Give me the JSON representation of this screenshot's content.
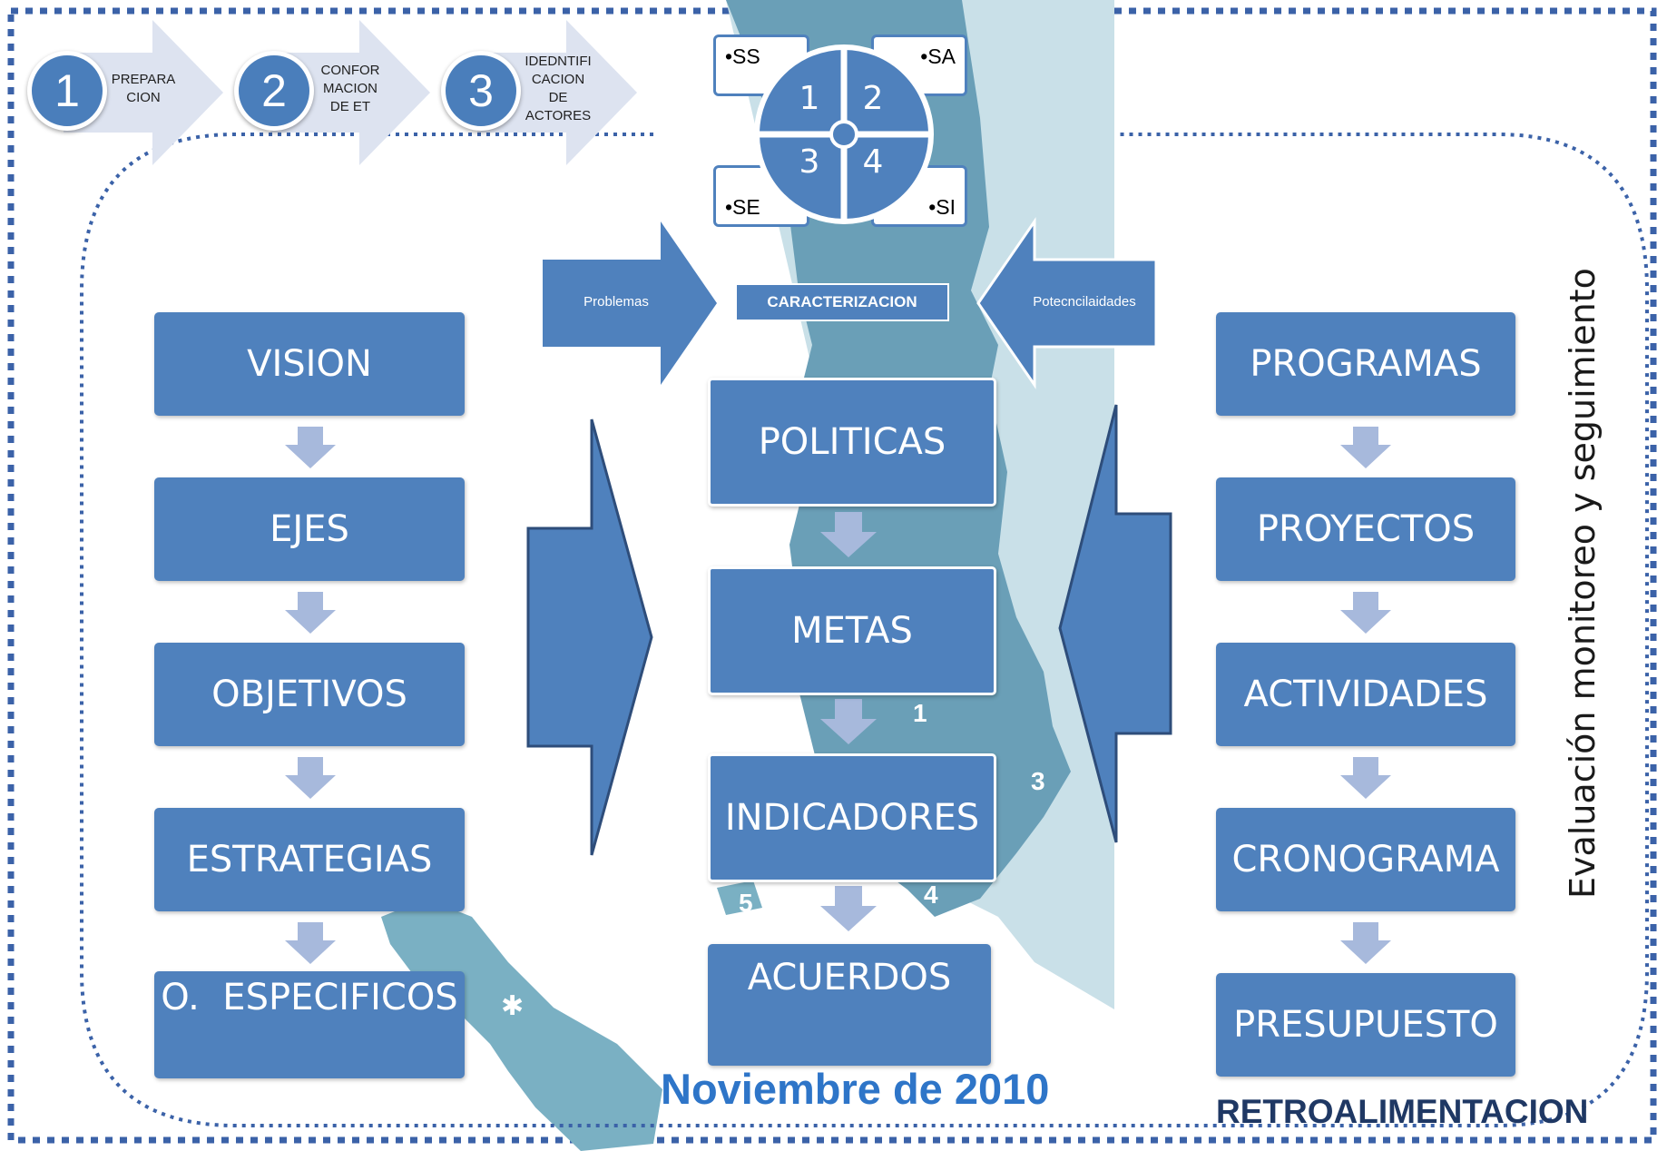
{
  "steps": [
    {
      "number": "1",
      "label": "PREPARA\nCION"
    },
    {
      "number": "2",
      "label": "CONFOR\nMACION\nDE ET"
    },
    {
      "number": "3",
      "label": "IDEDNTIFI\nCACION\nDE\nACTORES"
    }
  ],
  "quadrants": {
    "labels": [
      "•SS",
      "•SA",
      "•SE",
      "•SI"
    ],
    "numbers": [
      "1",
      "2",
      "3",
      "4"
    ]
  },
  "inputs": {
    "left_arrow": "Problemas",
    "center": "CARACTERIZACION",
    "right_arrow": "Potecncilaidades"
  },
  "left_column": [
    "VISION",
    "EJES",
    "OBJETIVOS",
    "ESTRATEGIAS",
    "O.  ESPECIFICOS"
  ],
  "center_column": [
    "POLITICAS",
    "METAS",
    "INDICADORES",
    "ACUERDOS"
  ],
  "right_column": [
    "PROGRAMAS",
    "PROYECTOS",
    "ACTIVIDADES",
    "CRONOGRAMA",
    "PRESUPUESTO"
  ],
  "side_label": "Evaluación monitoreo y seguimiento",
  "date": "Noviembre  de 2010",
  "footer": "RETROALIMENTACION",
  "map_labels": [
    "1",
    "3",
    "4",
    "5"
  ],
  "colors": {
    "box": "#4f81bd",
    "down_arrow": "#a7b9dc",
    "step_arrow": "#dde3f0",
    "map": "#6a9fb7",
    "border_dots": "#3b62a8"
  }
}
